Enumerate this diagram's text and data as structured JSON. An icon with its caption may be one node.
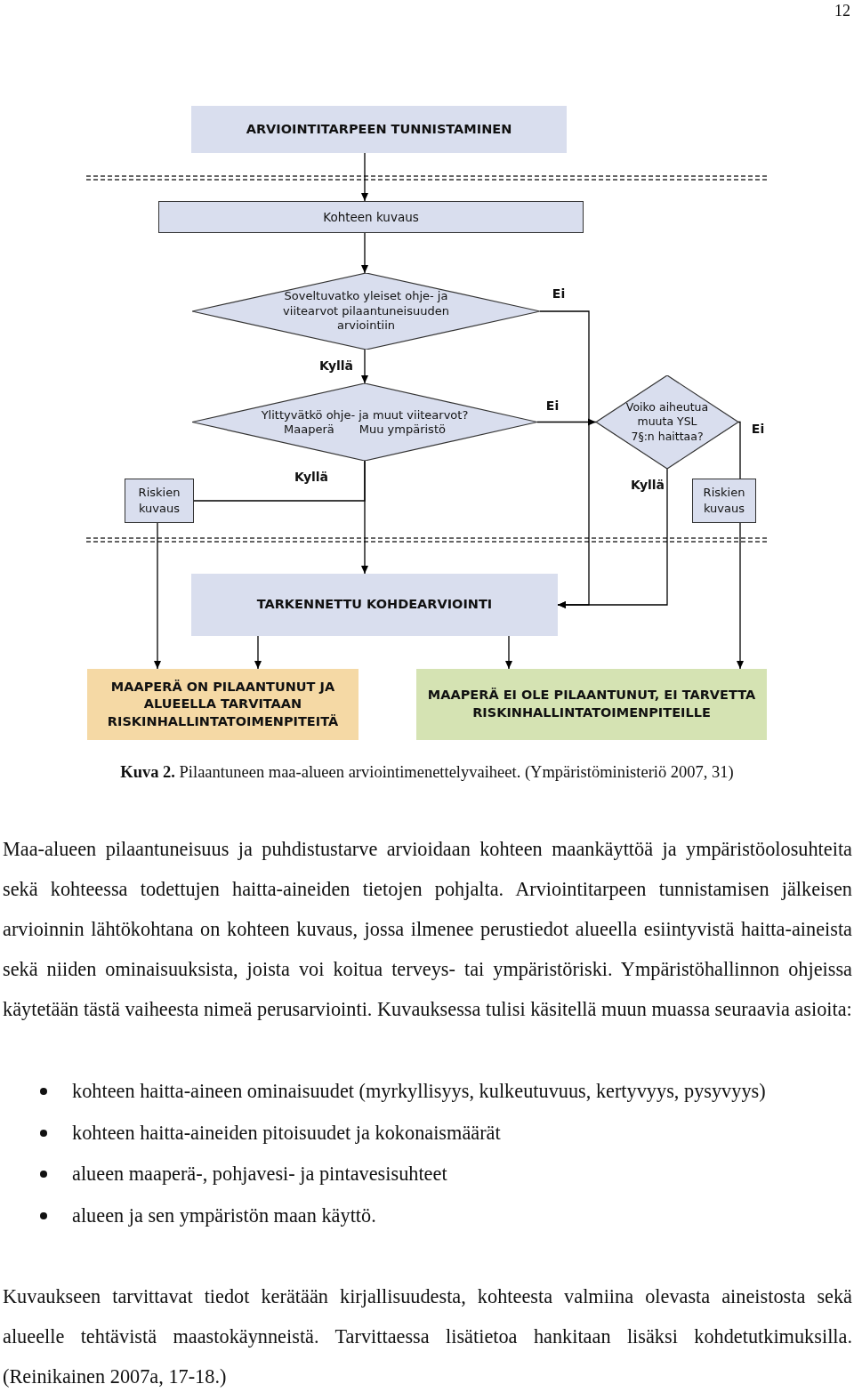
{
  "diagram": {
    "caption": "**Kuva 2.** Pilaantuneen maa-alueen arviointimenettelyvaiheet. (Ympäristöministeriö 2007, 31)",
    "nodes": [
      {
        "text": [
          "ARVIOINTITARPEEN TUNNISTAMINEN"
        ]
      },
      {
        "text": [
          "Kohteen kuvaus"
        ]
      },
      {
        "text": [
          "Soveltuvatko yleiset ohje- ja viitearvot pilaantuneisuuden arviointiin"
        ]
      },
      {
        "text": [
          "Ylittyvätkö ohje- ja muut viitearvot?",
          "Maaperä",
          "Muu ympäristö"
        ]
      },
      {
        "text": [
          "Voiko aiheutua muuta YSL 7§:n haittaa?"
        ]
      },
      {
        "text": [
          "Riskien kuvaus"
        ]
      },
      {
        "text": [
          "Riskien kuvaus"
        ]
      },
      {
        "text": [
          "TARKENNETTU KOHDEARVIOINTI"
        ]
      },
      {
        "text": [
          "MAAPERÄ ON PILAANTUNUT JA ALUEELLA TARVITAAN RISKINHALLINTATOIMENPITEITÄ"
        ]
      },
      {
        "text": [
          "MAAPERÄ EI OLE PILAANTUNUT, EI TARVETTA RISKINHALLINTATOIMENPITEILLE"
        ]
      }
    ],
    "edges": [
      {
        "from": 0,
        "to": 1,
        "arrow": "to"
      },
      {
        "from": 1,
        "to": 2,
        "arrow": "to"
      },
      {
        "from": 2,
        "to": 3,
        "arrow": "to",
        "label": "Kyllä"
      },
      {
        "from": 2,
        "to": 7,
        "arrow": "to",
        "label": "Ei"
      },
      {
        "from": 3,
        "to": 4,
        "arrow": "to",
        "label": "Ei"
      },
      {
        "from": 3,
        "to": 7,
        "arrow": "to",
        "label": "Kyllä"
      },
      {
        "from": 3,
        "to": 5,
        "arrow": "none"
      },
      {
        "from": 4,
        "to": 7,
        "arrow": "to",
        "label": "Kyllä"
      },
      {
        "from": 4,
        "to": 6,
        "arrow": "none",
        "label": "Ei"
      },
      {
        "from": 5,
        "to": 8,
        "arrow": "to"
      },
      {
        "from": 6,
        "to": 9,
        "arrow": "to"
      },
      {
        "from": 7,
        "to": 8,
        "arrow": "to"
      },
      {
        "from": 7,
        "to": 9,
        "arrow": "to"
      }
    ],
    "labels": [
      "12",
      "Maa-alueen pilaantuneisuus ja puhdistustarve arvioidaan kohteen maankäyttöä ja ympäristöolosuhteita sekä kohteessa todettujen haitta-aineiden tietojen pohjalta. Arviointitarpeen tunnistamisen jälkeisen arvioinnin lähtökohtana on kohteen kuvaus, jossa ilmenee perustiedot alueella esiintyvistä haitta-aineista sekä niiden ominaisuuksista, joista voi koitua terveys- tai ympäristöriski. Ympäristöhallinnon ohjeissa käytetään tästä vaiheesta nimeä perusarviointi. Kuvauksessa tulisi käsitellä muun muassa seuraavia asioita:",
      "kohteen haitta-aineen ominaisuudet (myrkyllisyys, kulkeutuvuus, kertyvyys, pysyvyys)",
      "kohteen haitta-aineiden pitoisuudet ja kokonaismäärät",
      "alueen maaperä-, pohjavesi- ja pintavesisuhteet",
      "alueen ja sen ympäristön maan käyttö.",
      "Kuvaukseen tarvittavat tiedot kerätään kirjallisuudesta, kohteesta valmiina olevasta aineistosta sekä alueelle tehtävistä maastokäynneistä. Tarvittaessa lisätietoa hankitaan lisäksi kohdetutkimuksilla. (Reinikainen 2007a, 17-18.)"
    ]
  }
}
